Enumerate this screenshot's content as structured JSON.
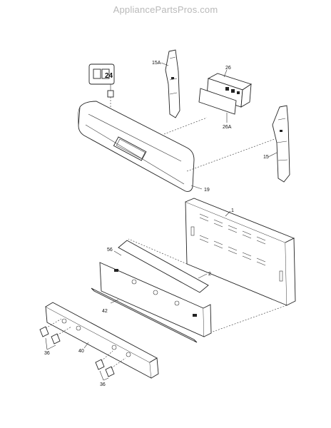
{
  "watermark": "AppliancePartsPros.com",
  "callouts": {
    "p24": "24",
    "p15a": "15A",
    "p26": "26",
    "p26a": "26A",
    "p15": "15",
    "p19": "19",
    "p1": "1",
    "p56": "56",
    "p2": "2",
    "p42": "42",
    "p36a": "36",
    "p40": "40",
    "p36b": "36"
  }
}
